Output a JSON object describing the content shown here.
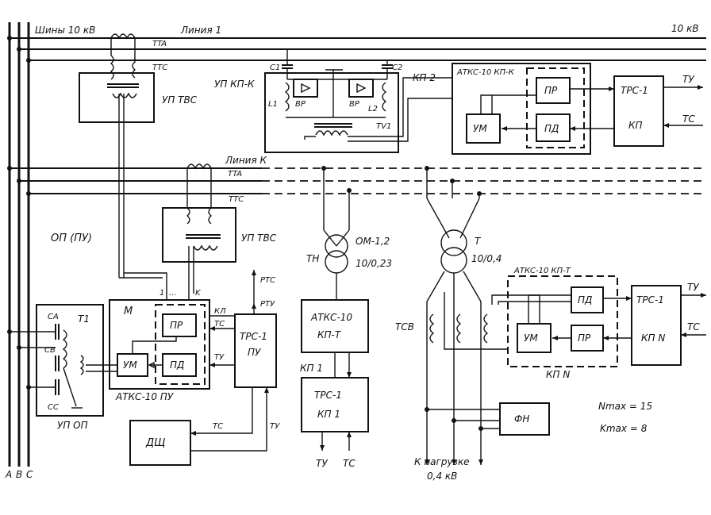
{
  "phases": [
    "A",
    "B",
    "C"
  ],
  "buses": {
    "label": "Шины 10 кВ",
    "right_label": "10 кВ"
  },
  "lines": {
    "line1": "Линия 1",
    "lineK": "Линия К"
  },
  "current_transformers": {
    "tta": "TTA",
    "ttc": "TTC"
  },
  "op": {
    "label": "ОП (ПУ)",
    "up_tvs": "УП ТВС",
    "up_op": "УП ОП",
    "t1": "T1",
    "caps": [
      "CA",
      "CB",
      "CC"
    ],
    "m_label": "M",
    "pr": "ПР",
    "um": "УМ",
    "pd": "ПД",
    "atks": "АТКС-10 ПУ",
    "trs": [
      "ТРС-1",
      "ПУ"
    ],
    "dsch": "ДЩ",
    "signals": {
      "kl": "КЛ",
      "ts": "ТС",
      "tu": "ТУ",
      "rts": "РТС",
      "rtu": "РТУ"
    },
    "range": [
      "1",
      "...",
      "K"
    ]
  },
  "kpk": {
    "up": "УП КП-К",
    "c1": "C1",
    "c2": "C2",
    "l1": "L1",
    "l2": "L2",
    "vr": "ВР",
    "tv": "TV1",
    "kp2": "КП 2",
    "atks": "АТКС-10  КП-К",
    "pr": "ПР",
    "um": "УМ",
    "pd": "ПД",
    "trs": [
      "ТРС-1",
      "КП"
    ],
    "tu": "ТУ",
    "ts": "ТС"
  },
  "tn": {
    "label": "ТН",
    "om": "ОМ-1,2",
    "ratio": "10/0,23",
    "atks": [
      "АТКС-10",
      "КП-Т"
    ],
    "kp1": "КП 1",
    "trs": [
      "ТРС-1",
      "КП 1"
    ],
    "tu": "ТУ",
    "ts": "ТС"
  },
  "t": {
    "label": "Т",
    "ratio": "10/0,4",
    "tsv": "ТСВ",
    "fn": "ФН",
    "load": [
      "К нагрузке",
      "0,4 кВ"
    ]
  },
  "kpn": {
    "atks": "АТКС-10    КП-Т",
    "pd": "ПД",
    "um": "УМ",
    "pr": "ПР",
    "trs": [
      "ТРС-1",
      "КП N"
    ],
    "name": "КП N",
    "tu": "ТУ",
    "ts": "ТС"
  },
  "limits": [
    "Nmax = 15",
    "Kmax = 8"
  ]
}
